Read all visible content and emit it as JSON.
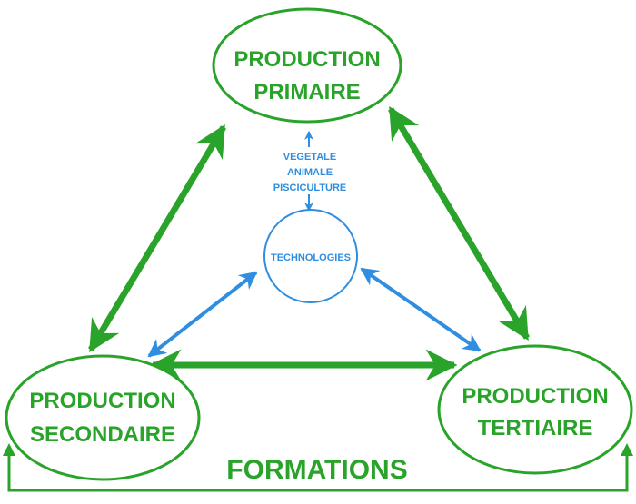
{
  "colors": {
    "primary": "#2aa32a",
    "primary_text": "#2aa32a",
    "secondary": "#2f8ee0",
    "secondary_text": "#2f8ee0",
    "background": "#ffffff"
  },
  "nodes": {
    "primaire": {
      "line1": "PRODUCTION",
      "line2": "PRIMAIRE"
    },
    "secondaire": {
      "line1": "PRODUCTION",
      "line2": "SECONDAIRE"
    },
    "tertiaire": {
      "line1": "PRODUCTION",
      "line2": "TERTIAIRE"
    },
    "technologies": {
      "label": "TECHNOLOGIES"
    }
  },
  "primary_sectors": [
    "VEGETALE",
    "ANIMALE",
    "PISCICULTURE"
  ],
  "formations_label": "FORMATIONS"
}
